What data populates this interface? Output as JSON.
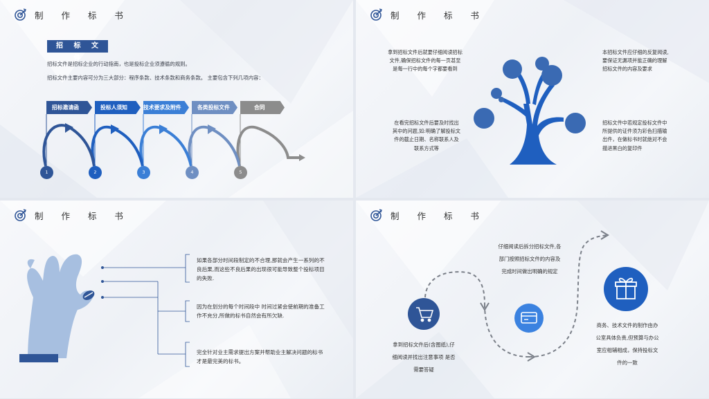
{
  "header": {
    "title": "制 作 标 书"
  },
  "slide1": {
    "section_title": "招 标 文 件",
    "line1": "招标文件是招标企业的行动指南，也是投标企业须遵循的规则。",
    "line2": "招标文件主要内容可分为三大部分：程序条款、技术条款和商务条款。 主要包含下列几项内容：",
    "steps": [
      {
        "label": "招标邀请函",
        "num": "1",
        "color": "#2f5597"
      },
      {
        "label": "投标人须知",
        "num": "2",
        "color": "#1f5fbf"
      },
      {
        "label": "技术要求及附件",
        "num": "3",
        "color": "#3b7fd6"
      },
      {
        "label": "各类投标文件",
        "num": "4",
        "color": "#6f8fc2"
      },
      {
        "label": "合同",
        "num": "5",
        "color": "#8c8c8c"
      }
    ]
  },
  "slide2": {
    "tl": "拿到招标文件后就要仔细阅读招标文件,确保招标文件的每一页甚至是每一行中的每个字都要看到",
    "tr": "本招标文件应仔细的反复阅读,要保证无漏项并能正确的理解招标文件的内容及要求",
    "bl": "在看完招标文件后要及时找出其中的问题,如:明确了解投标文件的截止日期、名称联系人及联系方式等",
    "br": "招标文件中若规定投标文件中所提供的证件须为彩色扫描输出件，在做标书时就绝对不会描进黑白的复印件"
  },
  "slide3": {
    "items": [
      "如果各部分时间段制定的不合理,那就会产生一系列的不良后果,而这些不良后果的出现很可能导致整个投标项目的失败.",
      "因为在划分的每个时间段中 时间过紧会使前期的准备工作不充分,所做的标书自然会有所欠缺.",
      "完全针对业主需求提出方案并帮助业主解决问题的标书才是最完美的标书。"
    ]
  },
  "slide4": {
    "top": "仔细阅读后拆分招标文件,各部门按照招标文件的内容及完成时间做出明确的规定",
    "left": "拿到招标文件后(含图纸),仔细阅读并找出注意事项 是否需要答疑",
    "right": "商务、技术文件的制作由办公室具体负责,但预算与办公室应相辅相成，保持投标文件的一致"
  },
  "colors": {
    "accent": "#2f5597",
    "blue": "#1f5fbf",
    "tree": "#3a6ab3"
  }
}
